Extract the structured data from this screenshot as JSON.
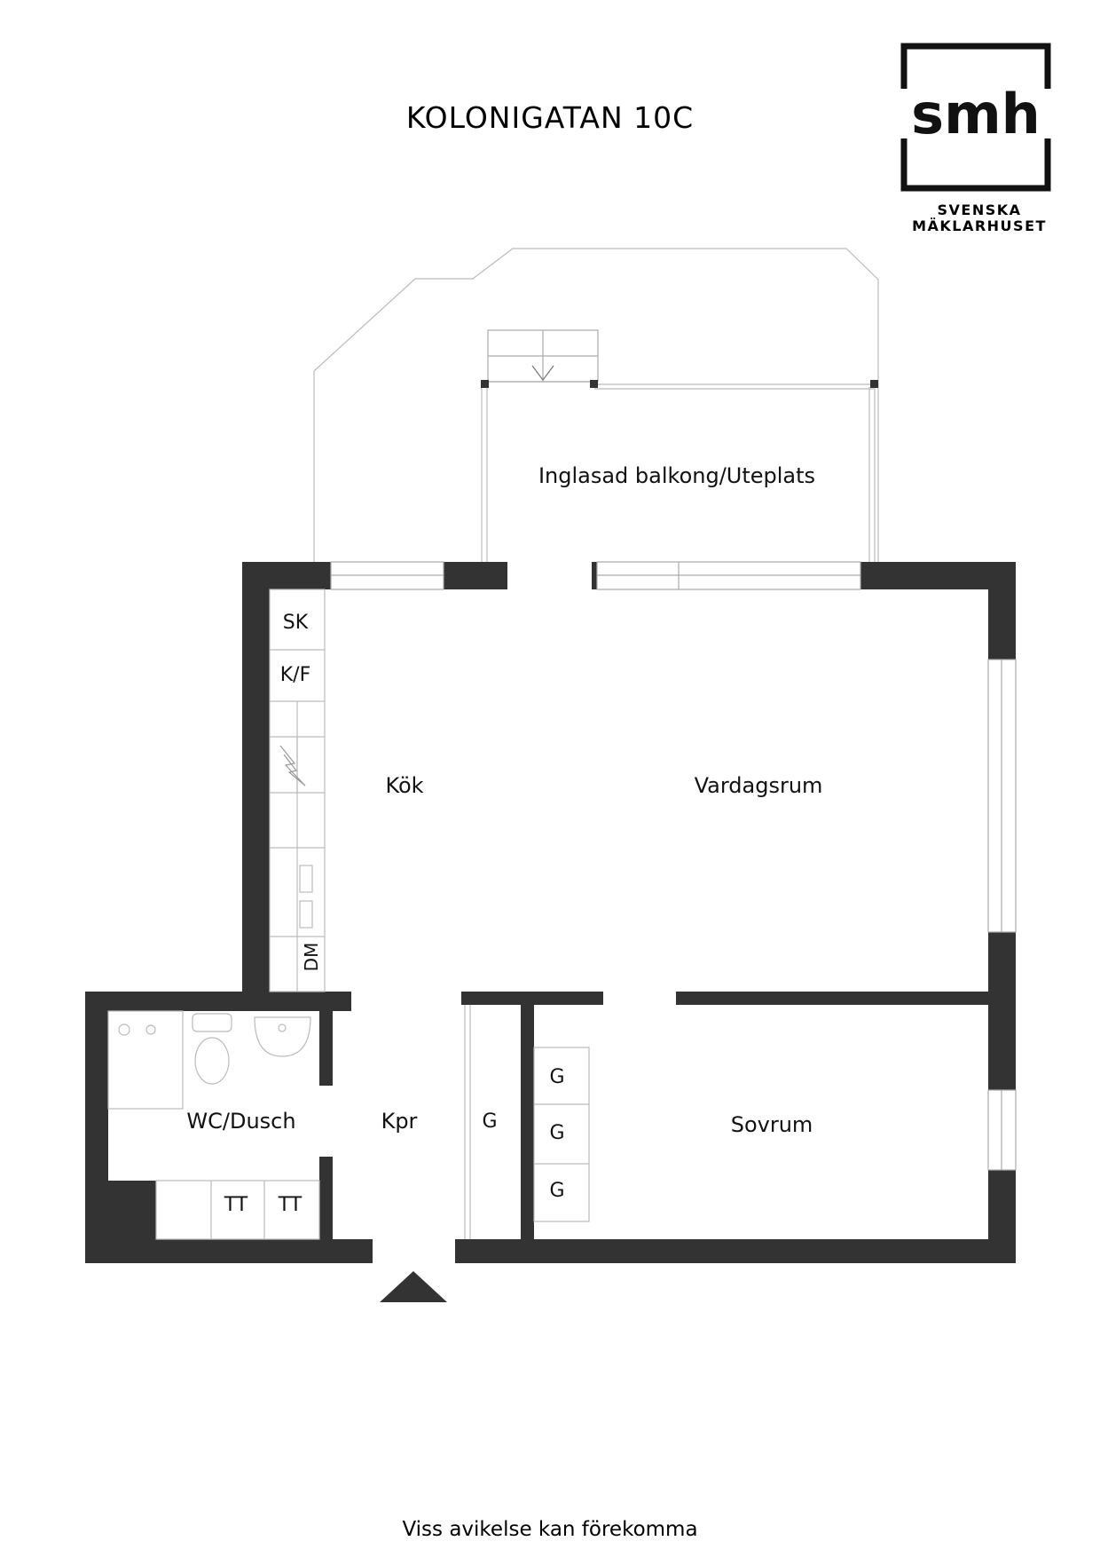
{
  "title": "KOLONIGATAN 10C",
  "logo": {
    "mark": "smh",
    "line1": "SVENSKA",
    "line2": "MÄKLARHUSET"
  },
  "rooms": {
    "balcony": "Inglasad balkong/Uteplats",
    "kitchen": "Kök",
    "living": "Vardagsrum",
    "bath": "WC/Dusch",
    "hall": "Kpr",
    "bedroom": "Sovrum"
  },
  "fixtures": {
    "sk": "SK",
    "kf": "K/F",
    "dm": "DM",
    "closet_hall": "G",
    "closet_bed_1": "G",
    "closet_bed_2": "G",
    "closet_bed_3": "G",
    "tt_1": "TT",
    "tt_2": "TT"
  },
  "footer": "Viss avikelse kan förekomma",
  "colors": {
    "wall": "#333333",
    "line": "#9a9a9a"
  }
}
